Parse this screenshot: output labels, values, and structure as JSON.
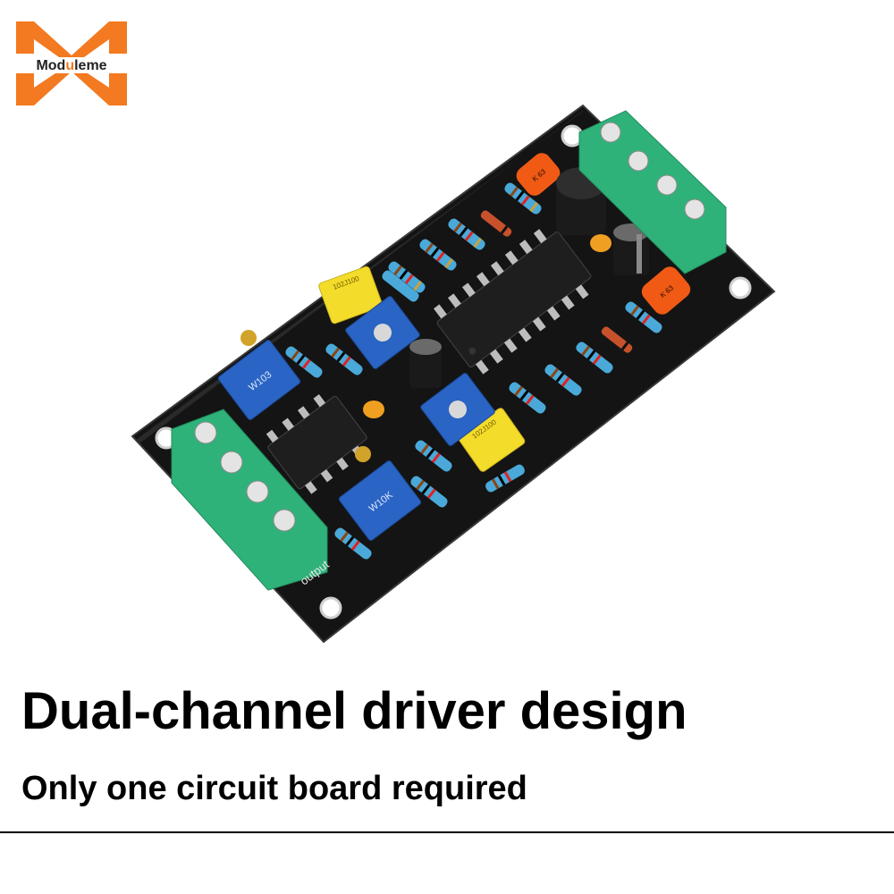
{
  "brand": {
    "name": "Moduleme",
    "name_part_1": "Mod",
    "name_accent": "u",
    "name_part_2": "leme",
    "accent_color": "#f37a21"
  },
  "board_markings": {
    "output_label": "output",
    "pot_label_1": "W103",
    "pot_label_2": "W10K",
    "cap_label_1": "102J100",
    "cap_label_2": "102J100",
    "cap_label_3": "K 63",
    "cap_label_4": "K 63"
  },
  "headline": "Dual-channel driver design",
  "subheadline": "Only one circuit board required"
}
